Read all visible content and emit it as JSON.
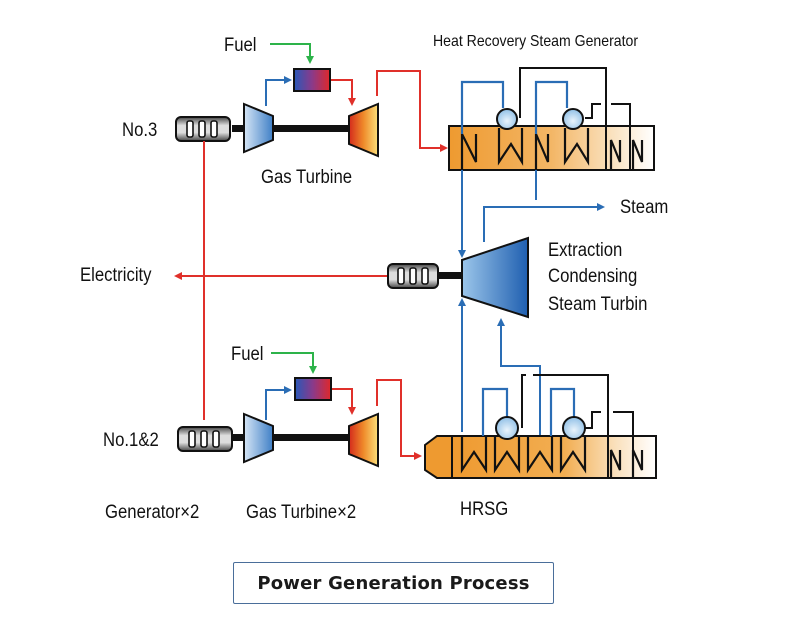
{
  "title": "Power Generation Process",
  "labels": {
    "fuel_top": "Fuel",
    "fuel_bottom": "Fuel",
    "hrsg_title": "Heat Recovery Steam Generator",
    "no3": "No.3",
    "gas_turbine": "Gas Turbine",
    "steam": "Steam",
    "electricity": "Electricity",
    "steam_turbine_line1": "Extraction",
    "steam_turbine_line2": "Condensing",
    "steam_turbine_line3": "Steam Turbin",
    "no12": "No.1&2",
    "generator_x2": "Generator×2",
    "gas_turbine_x2": "Gas Turbine×2",
    "hrsg": "HRSG"
  },
  "colors": {
    "fuel_line": "#2db34a",
    "hot_line": "#e0302a",
    "water_steam_line": "#2a6db5",
    "control_line": "#1a1a1a",
    "hrsg_fill": "#f0a040",
    "compressor_fill": "#6fa0d8",
    "turbine_fill": "#e8a030",
    "caption_border": "#4a6e9a"
  }
}
